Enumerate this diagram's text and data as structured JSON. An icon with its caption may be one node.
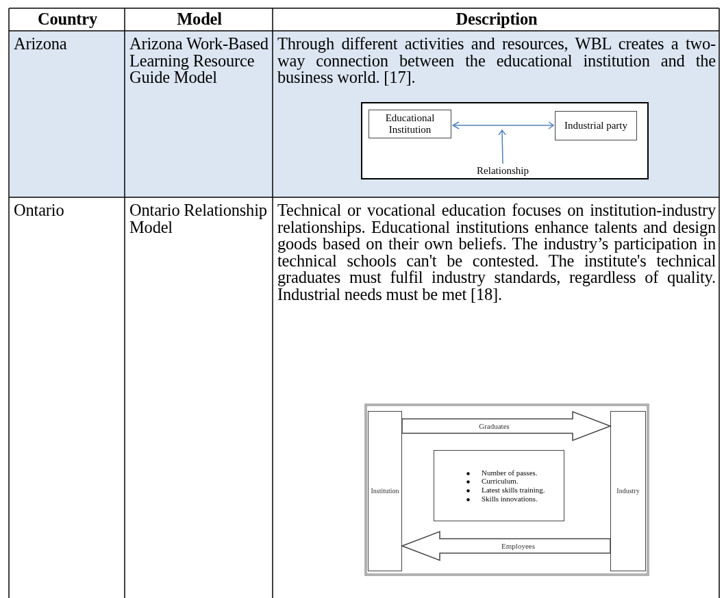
{
  "diagram": {
    "nodes": [
      {
        "text": [
          "Educational Institution"
        ]
      },
      {
        "text": [
          "Industrial party"
        ]
      },
      {
        "text": [
          "Relationship"
        ]
      },
      {
        "text": [
          "Institution"
        ]
      },
      {
        "text": [
          "Industry"
        ]
      },
      {
        "text": [
          "Number of passes.",
          "Curriculum.",
          "Latest skills training.",
          "Skills innovations."
        ]
      }
    ],
    "edges": [
      {
        "from": 0,
        "to": 1,
        "arrow": "both"
      },
      {
        "from": 2,
        "to": null,
        "arrow": "to"
      },
      {
        "from": 3,
        "to": 4,
        "arrow": "to",
        "label": "Graduates",
        "style": "thick"
      },
      {
        "from": 4,
        "to": 3,
        "arrow": "to",
        "label": "Employees",
        "style": "thick"
      }
    ],
    "labels": [
      "Country",
      "Model",
      "Description",
      "Arizona",
      "Arizona Work-Based Learning Resource Guide Model",
      "Through different activities and resources, WBL creates a two-way connection between the educational institution and the business world. [17].",
      "Ontario",
      "Ontario Relationship Model",
      "Technical or vocational education focuses on institution-industry relationships. Educational institutions enhance talents and design goods based on their own beliefs. The industry’s participation in technical schools can't be contested. The institute's technical graduates must fulfil industry standards, regardless of quality. Industrial needs must be met [18]."
    ]
  }
}
